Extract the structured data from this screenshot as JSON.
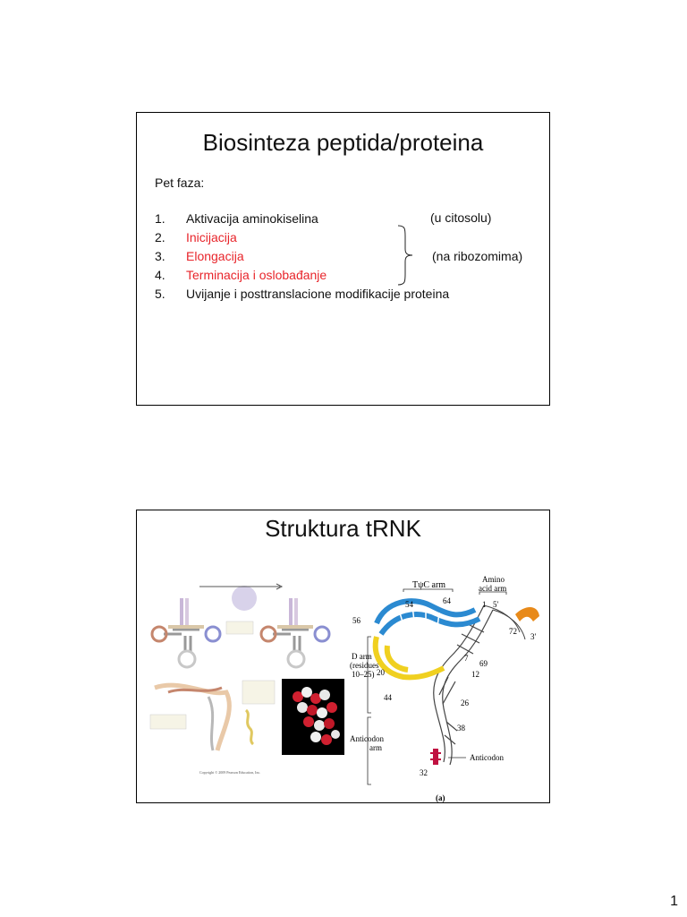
{
  "slide1": {
    "title": "Biosinteza peptida/proteina",
    "intro": "Pet faza:",
    "phases": [
      {
        "num": "1.",
        "text": "Aktivacija aminokiselina"
      },
      {
        "num": "2.",
        "text": "Inicijacija"
      },
      {
        "num": "3.",
        "text": "Elongacija"
      },
      {
        "num": "4.",
        "text": "Terminacija i oslobađanje"
      },
      {
        "num": "5.",
        "text": "Uvijanje i posttranslacione modifikacije proteina"
      }
    ],
    "notes": {
      "cytosol": "(u citosolu)",
      "ribosomes": "(na ribozomima)"
    },
    "colors": {
      "highlight": "#e8242a",
      "text": "#111111"
    }
  },
  "slide2": {
    "title": "Struktura tRNK",
    "copyright": "Copyright © 2009 Pearson Education, Inc.",
    "diagram_labels": {
      "tpsic_arm": "TψC arm",
      "amino_acid_arm_1": "Amino",
      "amino_acid_arm_2": "acid arm",
      "d_arm_1": "D arm",
      "d_arm_2": "(residues",
      "d_arm_3": "10–25)",
      "anticodon_arm_1": "Anticodon",
      "anticodon_arm_2": "arm",
      "anticodon": "Anticodon",
      "panel": "(a)",
      "n54": "54",
      "n64": "64",
      "n1": "1",
      "n5p": "5′",
      "n56": "56",
      "n72": "72",
      "n3p": "3′",
      "n7": "7",
      "n69": "69",
      "n20": "20",
      "n12": "12",
      "n44": "44",
      "n26": "26",
      "n38": "38",
      "n32": "32"
    },
    "colors": {
      "tpsic": "#2b8ad1",
      "d_arm": "#f0d020",
      "anticodon": "#c01040",
      "acceptor_end": "#e88a1a"
    }
  },
  "page_number": "1"
}
